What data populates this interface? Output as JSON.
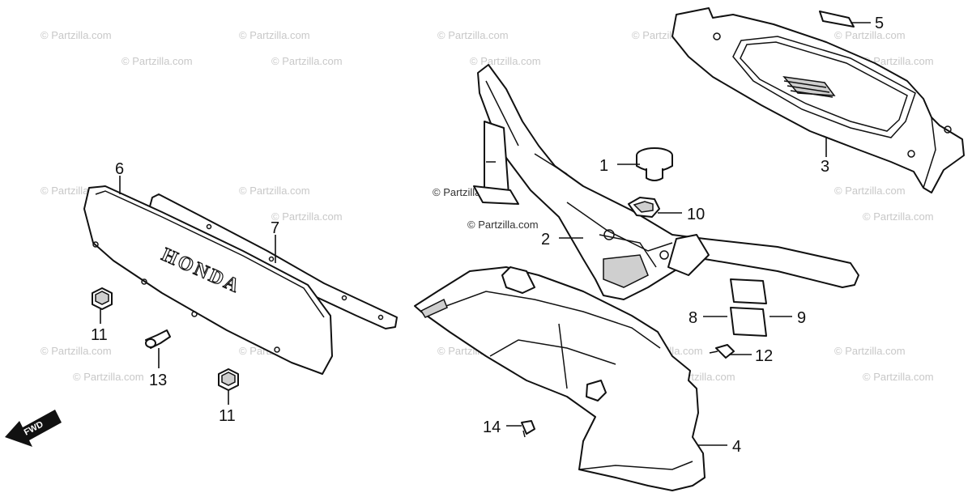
{
  "watermark": "© Partzilla.com",
  "logo": "HONDA",
  "direction_label": "FWD",
  "callouts": {
    "c1": "1",
    "c2": "2",
    "c3": "3",
    "c4": "4",
    "c5": "5",
    "c6": "6",
    "c7": "7",
    "c8": "8",
    "c9": "9",
    "c10": "10",
    "c11a": "11",
    "c11b": "11",
    "c12": "12",
    "c13": "13",
    "c14": "14"
  }
}
